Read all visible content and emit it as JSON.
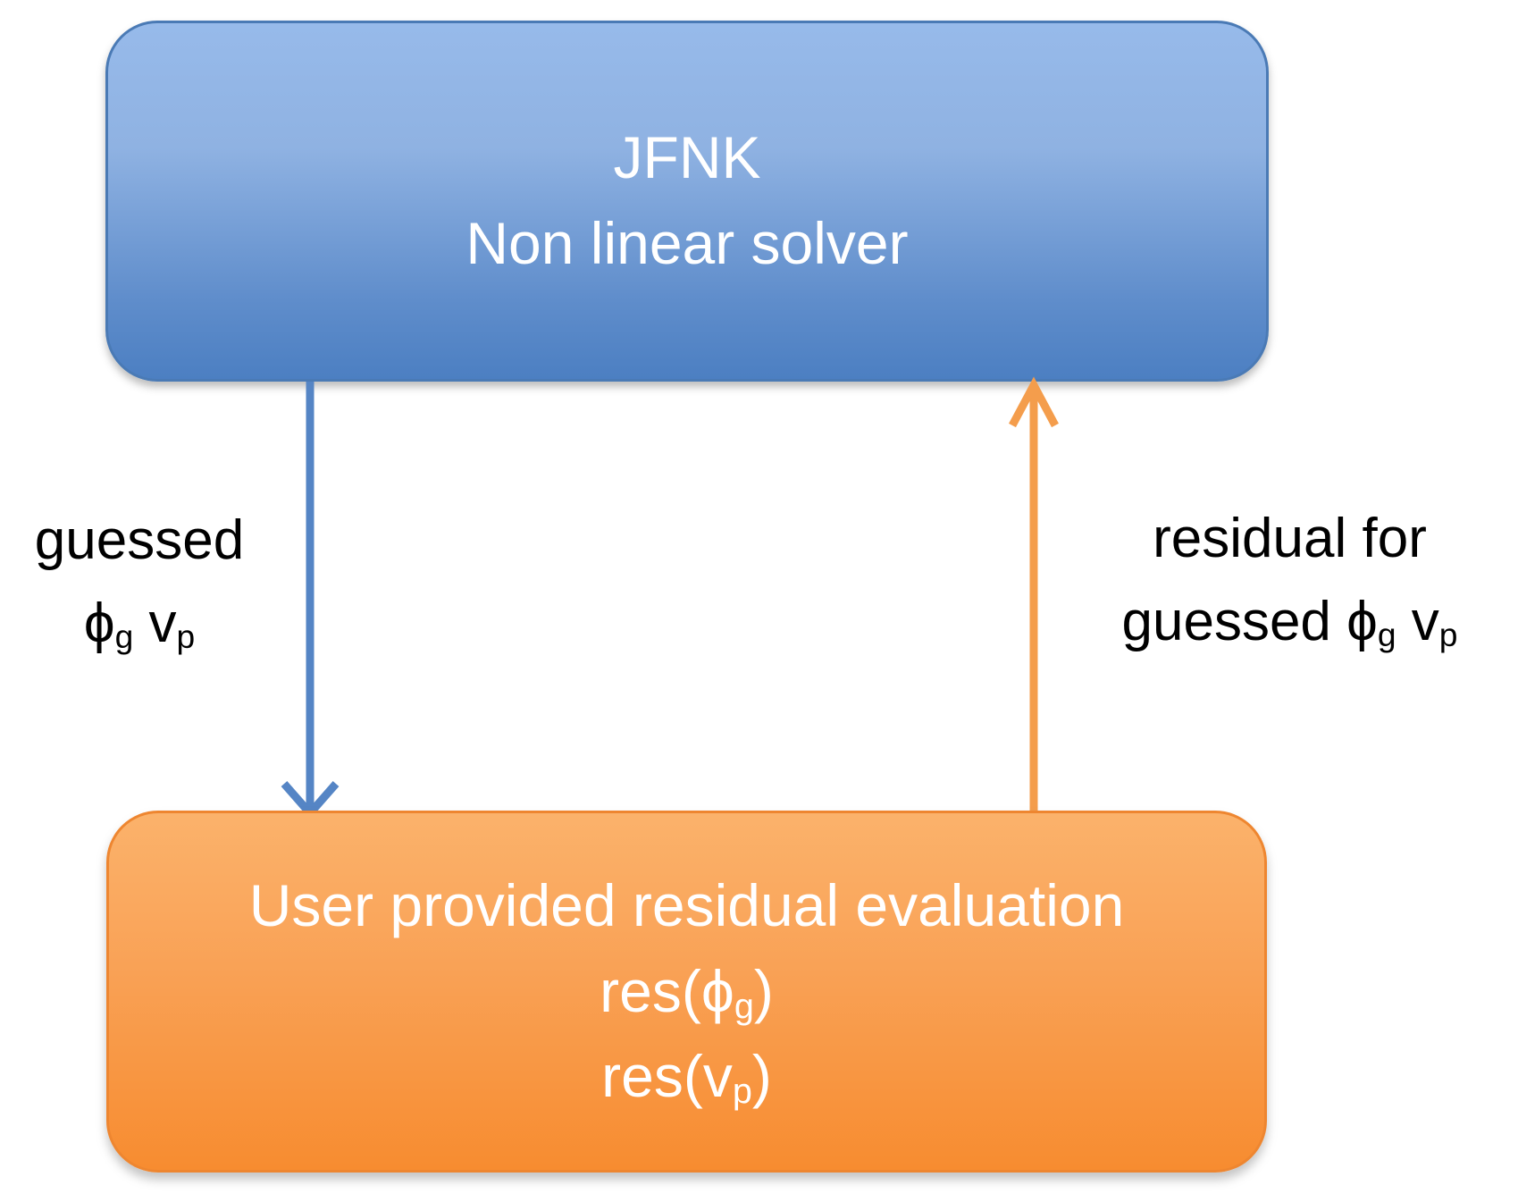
{
  "diagram": {
    "top_box": {
      "line1": "JFNK",
      "line2": "Non linear solver"
    },
    "bottom_box": {
      "line1": "User provided residual evaluation",
      "res_phi": {
        "prefix": "res(",
        "symbol": "ϕ",
        "sub": "g",
        "suffix": ")"
      },
      "res_v": {
        "prefix": "res(",
        "symbol": "v",
        "sub": "p",
        "suffix": ")"
      }
    },
    "left_label": {
      "line1": "guessed",
      "phi": "ϕ",
      "phi_sub": "g",
      "v": " v",
      "v_sub": "p"
    },
    "right_label": {
      "line1": "residual for",
      "line2_prefix": "guessed ",
      "phi": "ϕ",
      "phi_sub": "g",
      "v": " v",
      "v_sub": "p"
    },
    "colors": {
      "background": "#FFFFFF",
      "blue_box_top": "#97BAEA",
      "blue_box_bottom": "#4C7FC2",
      "blue_box_border": "#4A7AB5",
      "orange_box_top": "#FBB26B",
      "orange_box_bottom": "#F78C30",
      "orange_box_border": "#EE8630",
      "blue_arrow": "#5585C5",
      "orange_arrow": "#F49D4C",
      "box_text": "#FFFFFF",
      "label_text": "#000000"
    }
  }
}
